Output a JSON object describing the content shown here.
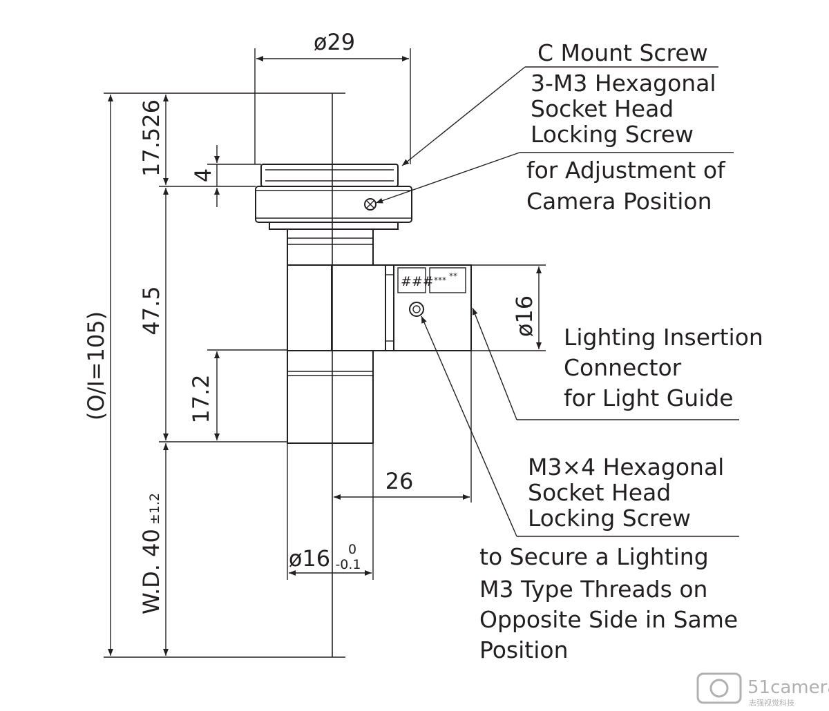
{
  "dimensions": {
    "outer_diameter": "ø29",
    "oi_total": "(O/I=105)",
    "mount_height": "17.526",
    "ring_height": "4",
    "body_length": "47.5",
    "tube_length": "17.2",
    "working_distance": "W.D. 40",
    "wd_tolerance": "±1.2",
    "light_port_diameter": "ø16",
    "light_port_offset": "26",
    "tube_diameter": "ø16",
    "tol_upper": "0",
    "tol_lower": "-0.1"
  },
  "callouts": {
    "c_mount": "C Mount Screw",
    "set_screw": [
      "3-M3 Hexagonal",
      "Socket Head",
      "Locking Screw"
    ],
    "set_screw_purpose": [
      "for Adjustment of",
      "Camera Position"
    ],
    "light_connector": [
      "Lighting Insertion",
      "Connector",
      "for Light Guide"
    ],
    "m3_screw": [
      "M3×4 Hexagonal",
      "Socket Head",
      "Locking Screw"
    ],
    "m3_purpose": [
      "to Secure a Lighting",
      "M3 Type Threads on",
      "Opposite Side in Same",
      "Position"
    ]
  },
  "markings": {
    "block_a": "###",
    "block_b": "***",
    "block_c": "**"
  },
  "watermark": {
    "brand": "51camera",
    "sub": "志强视觉科技"
  }
}
